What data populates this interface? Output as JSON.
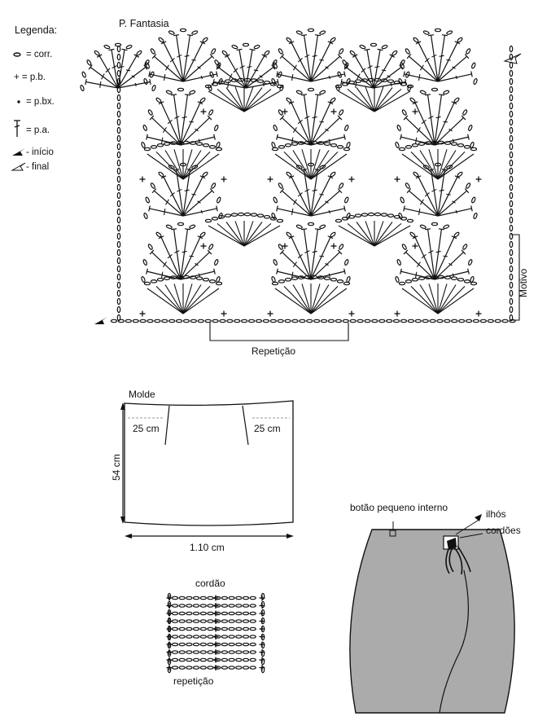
{
  "legend": {
    "title": "Legenda:",
    "items": [
      {
        "symbol": "chain-oval",
        "label": "= corr."
      },
      {
        "symbol": "plus",
        "label": "+ = p.b."
      },
      {
        "symbol": "dot",
        "label": "= p.bx."
      },
      {
        "symbol": "double-crochet",
        "label": "= p.a."
      },
      {
        "symbol": "arrow-filled",
        "label": "- início"
      },
      {
        "symbol": "arrow-outline",
        "label": "- final"
      }
    ]
  },
  "chart": {
    "title": "P. Fantasia",
    "repeat_label": "Repetição",
    "motif_label": "Motivo"
  },
  "pattern_piece": {
    "title": "Molde",
    "left_dart": "25 cm",
    "right_dart": "25 cm",
    "height": "54 cm",
    "width": "1.10 cm"
  },
  "cord": {
    "title": "cordão",
    "repeat_label": "repetição"
  },
  "skirt": {
    "button_label": "botão pequeno interno",
    "eyelets_label": "ilhós",
    "cords_label": "cordões",
    "fill_color": "#ababab"
  }
}
